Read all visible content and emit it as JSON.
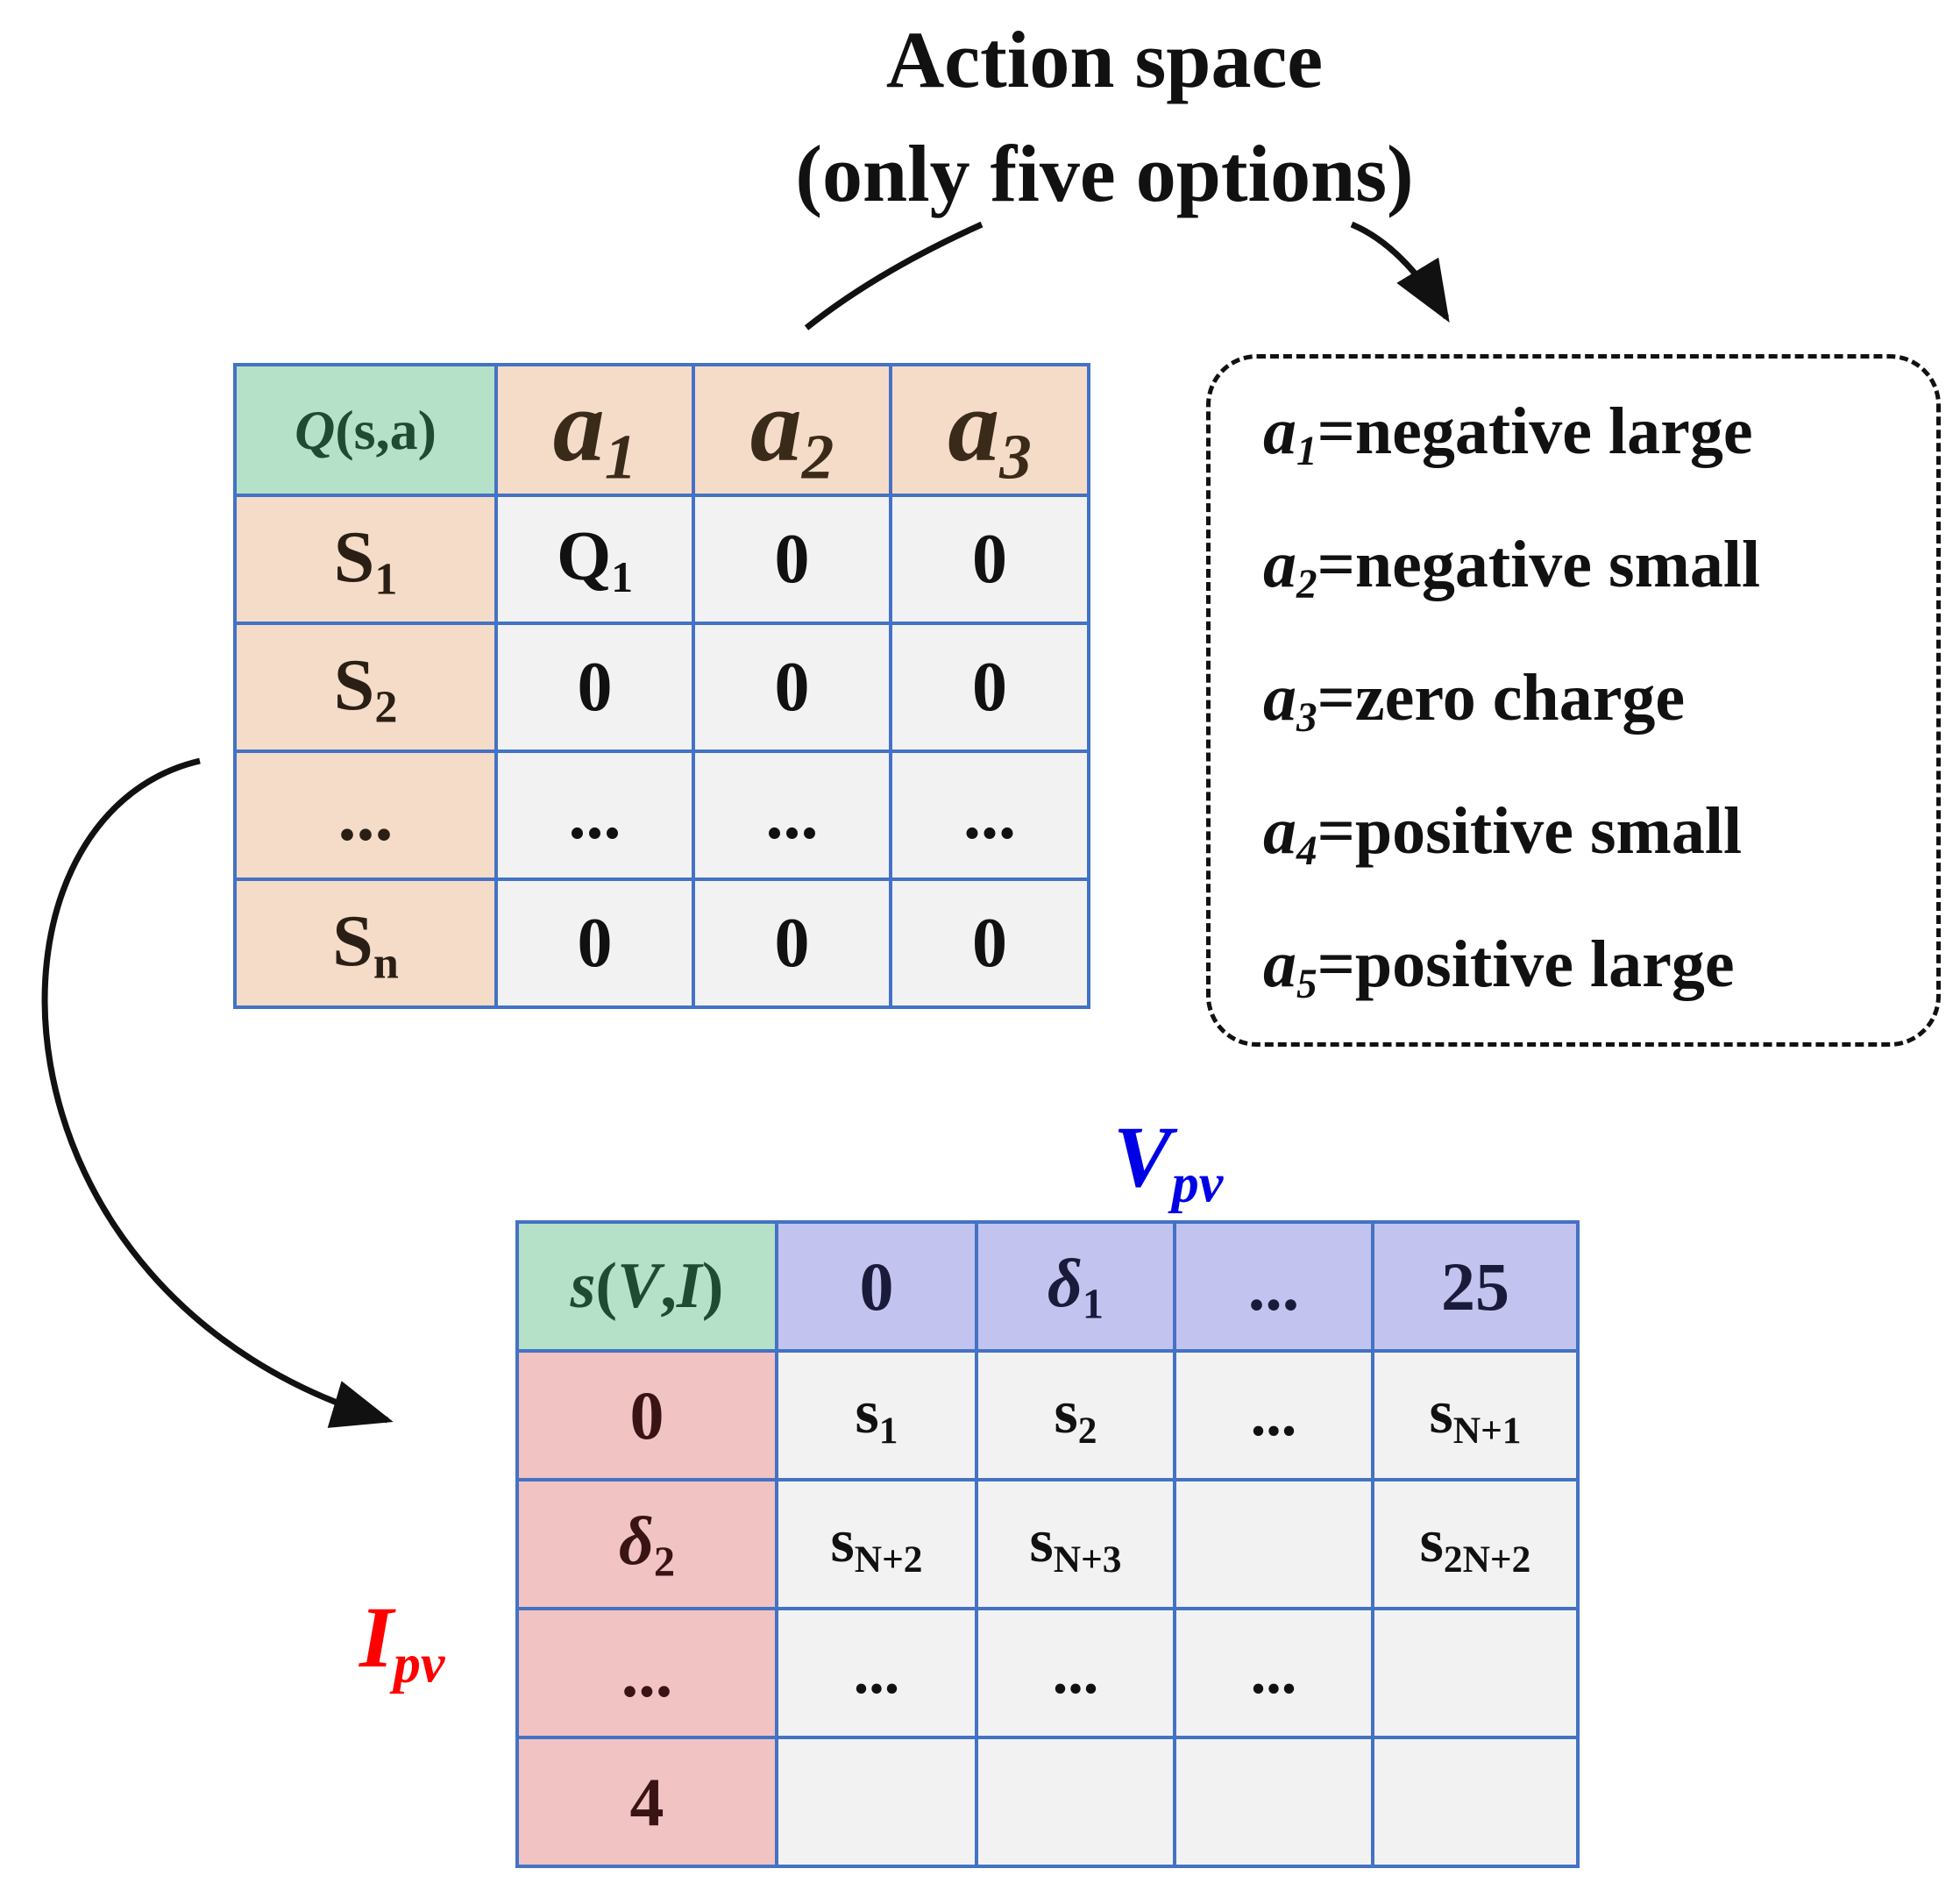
{
  "title": {
    "line1": "Action space",
    "line2": "(only five options)"
  },
  "q_table": {
    "corner": {
      "italic": "Q",
      "rest": "(s,a)"
    },
    "columns": [
      {
        "sym": "a",
        "sub": "1"
      },
      {
        "sym": "a",
        "sub": "2"
      },
      {
        "sym": "a",
        "sub": "3"
      }
    ],
    "rows": [
      {
        "sym": "S",
        "sub": "1",
        "cells": [
          {
            "main": "Q",
            "sub": "1"
          },
          {
            "main": "0"
          },
          {
            "main": "0"
          }
        ]
      },
      {
        "sym": "S",
        "sub": "2",
        "cells": [
          {
            "main": "0"
          },
          {
            "main": "0"
          },
          {
            "main": "0"
          }
        ]
      },
      {
        "sym": "...",
        "cells": [
          {
            "main": "..."
          },
          {
            "main": "..."
          },
          {
            "main": "..."
          }
        ]
      },
      {
        "sym": "S",
        "sub": "n",
        "cells": [
          {
            "main": "0"
          },
          {
            "main": "0"
          },
          {
            "main": "0"
          }
        ]
      }
    ]
  },
  "actions": [
    {
      "sym": "a",
      "sub": "1",
      "text": "=negative large"
    },
    {
      "sym": "a",
      "sub": "2",
      "text": "=negative small"
    },
    {
      "sym": "a",
      "sub": "3",
      "text": "=zero charge"
    },
    {
      "sym": "a",
      "sub": "4",
      "text": "=positive small"
    },
    {
      "sym": "a",
      "sub": "5",
      "text": "=positive large"
    }
  ],
  "state_table": {
    "corner": {
      "s": "s",
      "open": "(",
      "v": "V",
      "comma": ",",
      "i": "I",
      "close": ")"
    },
    "columns": [
      {
        "main": "0"
      },
      {
        "main": "δ",
        "sub": "1",
        "italic": true
      },
      {
        "main": "..."
      },
      {
        "main": "25"
      }
    ],
    "rows": [
      {
        "main": "0",
        "cells": [
          {
            "main": "s",
            "sub": "1"
          },
          {
            "main": "s",
            "sub": "2"
          },
          {
            "main": "..."
          },
          {
            "main": "s",
            "sub": "N+1"
          }
        ]
      },
      {
        "main": "δ",
        "sub": "2",
        "italic": true,
        "cells": [
          {
            "main": "s",
            "sub": "N+2"
          },
          {
            "main": "s",
            "sub": "N+3"
          },
          {
            "main": ""
          },
          {
            "main": "s",
            "sub": "2N+2"
          }
        ]
      },
      {
        "main": "...",
        "cells": [
          {
            "main": "..."
          },
          {
            "main": "..."
          },
          {
            "main": "..."
          },
          {
            "main": ""
          }
        ]
      },
      {
        "main": "4",
        "cells": [
          {
            "main": ""
          },
          {
            "main": ""
          },
          {
            "main": ""
          },
          {
            "main": ""
          }
        ]
      }
    ]
  },
  "axis_labels": {
    "v": {
      "sym": "V",
      "sub": "pv"
    },
    "i": {
      "sym": "I",
      "sub": "pv"
    }
  },
  "colors": {
    "grid_border": "#4472C4",
    "q_corner": "#B4E1C8",
    "q_header": "#F5DCC8",
    "state_col_header": "#C3C3F0",
    "state_row_header": "#F2C3C3",
    "cell": "#F2F2F2",
    "v_label": "#0000E6",
    "i_label": "#FF0000"
  }
}
